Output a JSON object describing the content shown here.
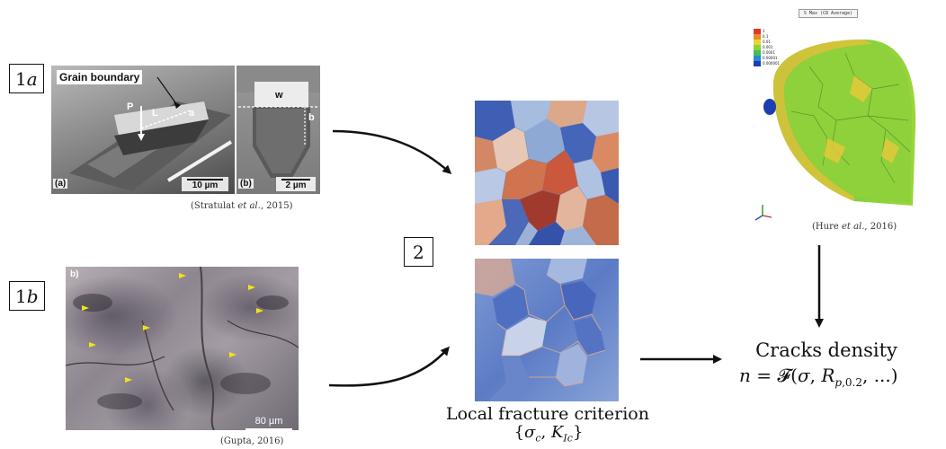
{
  "panel_1a": {
    "box_label_digit": "1",
    "box_label_letter": "a",
    "grain_boundary_label": "Grain boundary",
    "p_label": "P",
    "l_label": "L",
    "a_label": "a",
    "w_label": "w",
    "b_label": "b",
    "sub_a_tag": "(a)",
    "sub_b_tag": "(b)",
    "scale_a": "10 µm",
    "scale_b": "2 µm",
    "citation_authors": "Stratulat",
    "citation_etal": "et al.",
    "citation_year": ", 2015"
  },
  "panel_1b": {
    "box_label_digit": "1",
    "box_label_letter": "b",
    "corner_tag": "b)",
    "scale": "80 µm",
    "citation": "(Gupta, 2016)"
  },
  "panel_2": {
    "box_label": "2",
    "criterion_title": "Local fracture criterion",
    "criterion_params": "{σc, KIc}"
  },
  "panel_3d": {
    "legend_title": "S  Max (C8 Average)",
    "legend_values": [
      "1",
      "0.1",
      "0.01",
      "0.001",
      "0.0001",
      "0.00001",
      "0.000001"
    ],
    "legend_colors": [
      "#d93a2b",
      "#ea8a2c",
      "#e4d531",
      "#8fd13a",
      "#3fbf5a",
      "#2a86d6",
      "#1b3fae"
    ],
    "citation_authors": "Hure",
    "citation_etal": "et al.",
    "citation_year": ", 2016"
  },
  "output": {
    "title": "Cracks density",
    "formula": "n = F(σ, Rp,0.2, ...)"
  }
}
